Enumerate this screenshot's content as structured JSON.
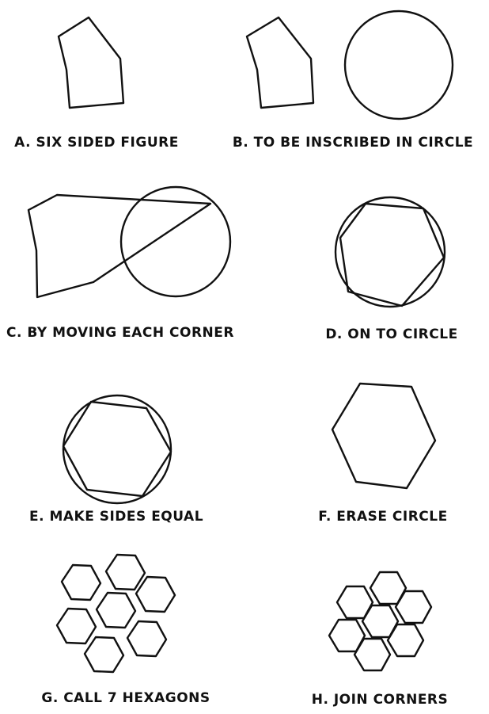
{
  "steps": [
    {
      "id": "A",
      "caption": "A. SIX SIDED FIGURE"
    },
    {
      "id": "B",
      "caption": "B. TO BE INSCRIBED IN CIRCLE"
    },
    {
      "id": "C",
      "caption": "C. BY MOVING EACH CORNER"
    },
    {
      "id": "D",
      "caption": "D. ON TO CIRCLE"
    },
    {
      "id": "E",
      "caption": "E. MAKE SIDES EQUAL"
    },
    {
      "id": "F",
      "caption": "F. ERASE CIRCLE"
    },
    {
      "id": "G",
      "caption": "G. CALL 7 HEXAGONS"
    },
    {
      "id": "H",
      "caption": "H. JOIN CORNERS"
    }
  ],
  "style": {
    "line_color": "#111111",
    "background": "#ffffff"
  }
}
